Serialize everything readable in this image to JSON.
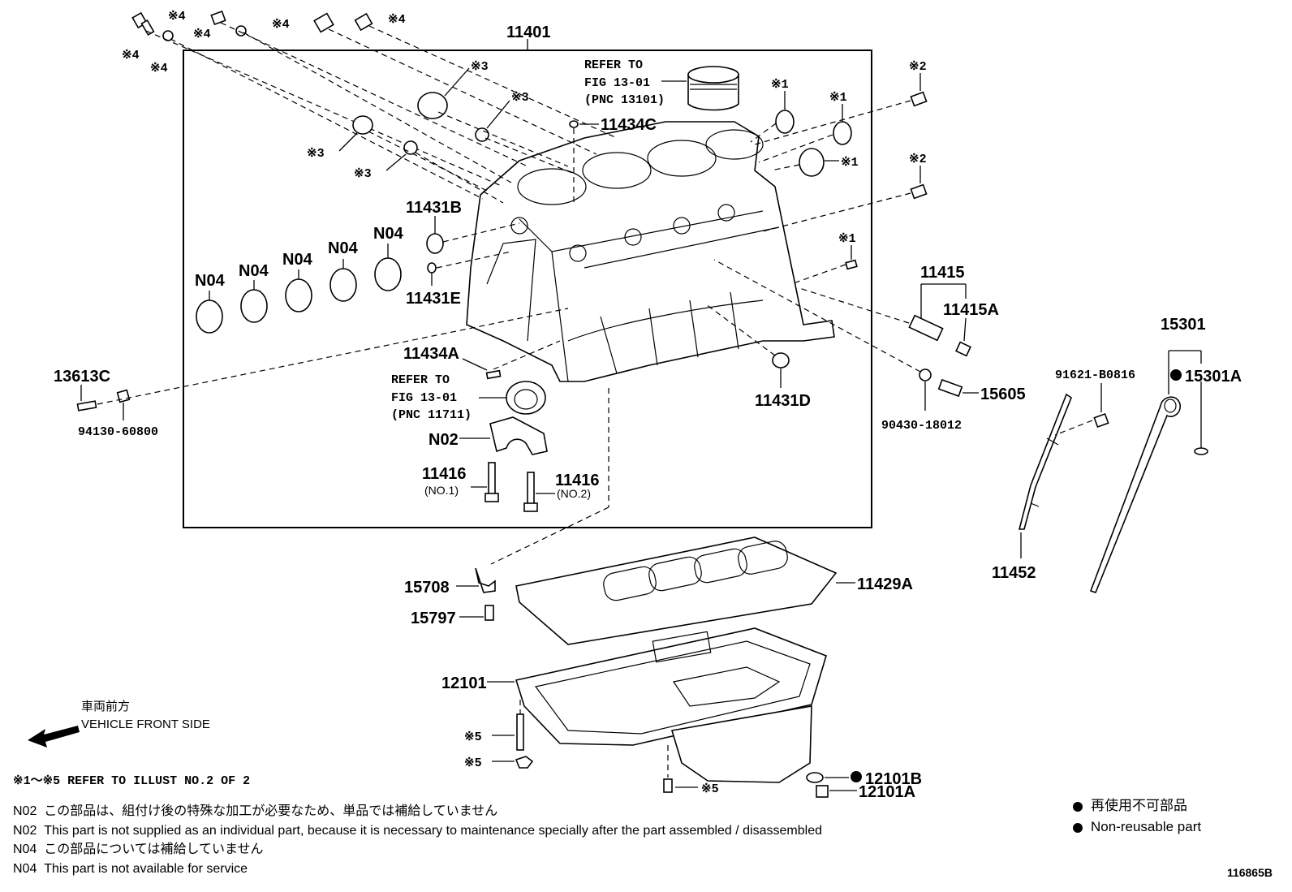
{
  "labels": {
    "p11401": "11401",
    "p11434c": "11434C",
    "p11431b": "11431B",
    "p11431e": "11431E",
    "p11431d": "11431D",
    "p11434a": "11434A",
    "p11415": "11415",
    "p11415a": "11415A",
    "p15605": "15605",
    "p90430": "90430-18012",
    "p91621": "91621-B0816",
    "p15301": "15301",
    "p15301a": "15301A",
    "p11452": "11452",
    "p13613c": "13613C",
    "p94130": "94130-60800",
    "pN02": "N02",
    "pN04": "N04",
    "p11416": "11416",
    "p11416_no1": "(NO.1)",
    "p11416_no2": "(NO.2)",
    "p15708": "15708",
    "p15797": "15797",
    "p11429a": "11429A",
    "p12101": "12101",
    "p12101b": "12101B",
    "p12101a": "12101A",
    "mark1": "※1",
    "mark2": "※2",
    "mark3": "※3",
    "mark4": "※4",
    "mark5": "※5"
  },
  "refs": {
    "piston_l1": "REFER TO",
    "piston_l2": "FIG 13-01",
    "piston_l3": "(PNC 13101)",
    "bearing_l1": "REFER TO",
    "bearing_l2": "FIG 13-01",
    "bearing_l3": "(PNC 11711)"
  },
  "front": {
    "jp": "車両前方",
    "en": "VEHICLE FRONT SIDE"
  },
  "ref_all": "※1～※5 REFER TO ILLUST NO.2 OF 2",
  "notes": [
    {
      "code": "N02",
      "text": "この部品は、組付け後の特殊な加工が必要なため、単品では補給していません"
    },
    {
      "code": "N02",
      "text": "This part is not supplied as an individual part, because it is necessary to maintenance specially after the part assembled / disassembled"
    },
    {
      "code": "N04",
      "text": "この部品については補給していません"
    },
    {
      "code": "N04",
      "text": "This part is not available for service"
    }
  ],
  "legend": {
    "jp": "再使用不可部品",
    "en": "Non-reusable part"
  },
  "illust_id": "116865B"
}
